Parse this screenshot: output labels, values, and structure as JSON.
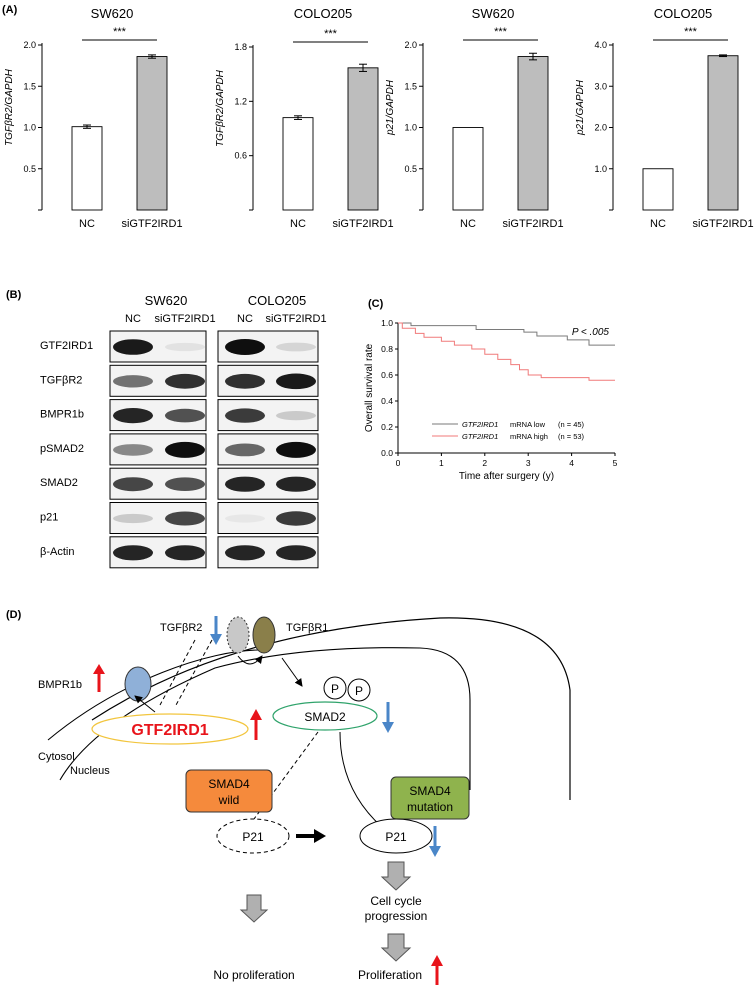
{
  "panel_labels": {
    "a": "(A)",
    "b": "(B)",
    "c": "(C)",
    "d": "(D)"
  },
  "significance": "***",
  "chart_data": [
    {
      "type": "bar",
      "title": "SW620",
      "ylabel": "TGFβR2/GAPDH",
      "categories": [
        "NC",
        "siGTF2IRD1"
      ],
      "values": [
        1.01,
        1.86
      ],
      "errors": [
        0.02,
        0.02
      ],
      "ylim": [
        0,
        2.0
      ],
      "yticks": [
        "0.5",
        "1.0",
        "1.5",
        "2.0"
      ],
      "grid": false
    },
    {
      "type": "bar",
      "title": "COLO205",
      "ylabel": "TGFβR2/GAPDH",
      "categories": [
        "NC",
        "siGTF2IRD1"
      ],
      "values": [
        1.02,
        1.57
      ],
      "errors": [
        0.02,
        0.04
      ],
      "ylim": [
        0,
        1.8
      ],
      "yticks": [
        "0.6",
        "1.2",
        "1.8"
      ],
      "grid": false
    },
    {
      "type": "bar",
      "title": "SW620",
      "ylabel": "p21/GAPDH",
      "categories": [
        "NC",
        "siGTF2IRD1"
      ],
      "values": [
        1.0,
        1.86
      ],
      "errors": [
        0.0,
        0.04
      ],
      "ylim": [
        0,
        2.0
      ],
      "yticks": [
        "0.5",
        "1.0",
        "1.5",
        "2.0"
      ],
      "grid": false
    },
    {
      "type": "bar",
      "title": "COLO205",
      "ylabel": "p21/GAPDH",
      "categories": [
        "NC",
        "siGTF2IRD1"
      ],
      "values": [
        1.0,
        3.74
      ],
      "errors": [
        0.0,
        0.02
      ],
      "ylim": [
        0,
        4.0
      ],
      "yticks": [
        "1.0",
        "2.0",
        "3.0",
        "4.0"
      ],
      "grid": false
    },
    {
      "type": "line",
      "xlabel": "Time after surgery (y)",
      "ylabel": "Overall survival rate",
      "annotation": "P < .005",
      "xlim": [
        0,
        5
      ],
      "ylim": [
        0,
        1.0
      ],
      "xticks": [
        "0",
        "1",
        "2",
        "3",
        "4",
        "5"
      ],
      "yticks": [
        "0.0",
        "0.2",
        "0.4",
        "0.6",
        "0.8",
        "1.0"
      ],
      "legend": "bottom-left",
      "grid": false,
      "series": [
        {
          "name_italic": "GTF2IRD1",
          "name": "mRNA low",
          "n": "(n = 45)",
          "color": "#7a7a7a",
          "x": [
            0,
            0.3,
            0.3,
            1.8,
            1.8,
            2.9,
            2.9,
            3.2,
            3.2,
            3.9,
            3.9,
            4.4,
            4.4,
            5
          ],
          "y": [
            1.0,
            1.0,
            0.98,
            0.98,
            0.95,
            0.95,
            0.93,
            0.93,
            0.9,
            0.9,
            0.87,
            0.87,
            0.83,
            0.83
          ]
        },
        {
          "name_italic": "GTF2IRD1",
          "name": "mRNA high",
          "n": "(n = 53)",
          "color": "#f07a7a",
          "x": [
            0,
            0.1,
            0.1,
            0.4,
            0.4,
            0.6,
            0.6,
            1.0,
            1.0,
            1.3,
            1.3,
            1.7,
            1.7,
            2.0,
            2.0,
            2.3,
            2.3,
            2.6,
            2.6,
            2.8,
            2.8,
            3.0,
            3.0,
            3.3,
            3.3,
            4.4,
            4.4,
            5
          ],
          "y": [
            1.0,
            1.0,
            0.96,
            0.96,
            0.92,
            0.92,
            0.89,
            0.89,
            0.86,
            0.86,
            0.83,
            0.83,
            0.8,
            0.8,
            0.76,
            0.76,
            0.72,
            0.72,
            0.68,
            0.68,
            0.64,
            0.64,
            0.6,
            0.6,
            0.58,
            0.58,
            0.56,
            0.56
          ]
        }
      ]
    }
  ],
  "blot": {
    "groups": [
      "SW620",
      "COLO205"
    ],
    "lanes": [
      "NC",
      "siGTF2IRD1",
      "NC",
      "siGTF2IRD1"
    ],
    "rows": [
      {
        "label": "GTF2IRD1",
        "bands": [
          0.95,
          0.04,
          1.0,
          0.1
        ]
      },
      {
        "label": "TGFβR2",
        "bands": [
          0.55,
          0.85,
          0.85,
          0.95
        ]
      },
      {
        "label": "BMPR1b",
        "bands": [
          0.9,
          0.7,
          0.8,
          0.15
        ]
      },
      {
        "label": "pSMAD2",
        "bands": [
          0.45,
          1.0,
          0.6,
          1.0
        ]
      },
      {
        "label": "SMAD2",
        "bands": [
          0.75,
          0.7,
          0.9,
          0.9
        ]
      },
      {
        "label": "p21",
        "bands": [
          0.15,
          0.75,
          0.02,
          0.8
        ]
      },
      {
        "label": "β-Actin",
        "bands": [
          0.9,
          0.9,
          0.9,
          0.9
        ]
      }
    ]
  },
  "diagram": {
    "tgfbr2": "TGFβR2",
    "tgfbr1": "TGFβR1",
    "bmpr1b": "BMPR1b",
    "gtf2ird1": "GTF2IRD1",
    "smad2": "SMAD2",
    "p": "P",
    "cytosol": "Cytosol",
    "nucleus": "Nucleus",
    "smad4_wild": [
      "SMAD4",
      "wild"
    ],
    "smad4_mut": [
      "SMAD4",
      "mutation"
    ],
    "p21": "P21",
    "cell_cycle": [
      "Cell cycle",
      "progression"
    ],
    "no_prolif": "No proliferation",
    "prolif": "Proliferation",
    "colors": {
      "up": "#e8141b",
      "down": "#4a86c8",
      "smad4_wild": "#f58a3c",
      "smad4_mut": "#8fb34d",
      "gtf_text": "#e8141b",
      "gtf_border": "#f2c53d",
      "smad2_border": "#2fa36b",
      "bmpr": "#8fb0d8",
      "tgfbr2_circle": "#c8c8c8",
      "tgfbr1_circle": "#8a7f4a",
      "gray_arrow": "#b0b0b0"
    }
  }
}
